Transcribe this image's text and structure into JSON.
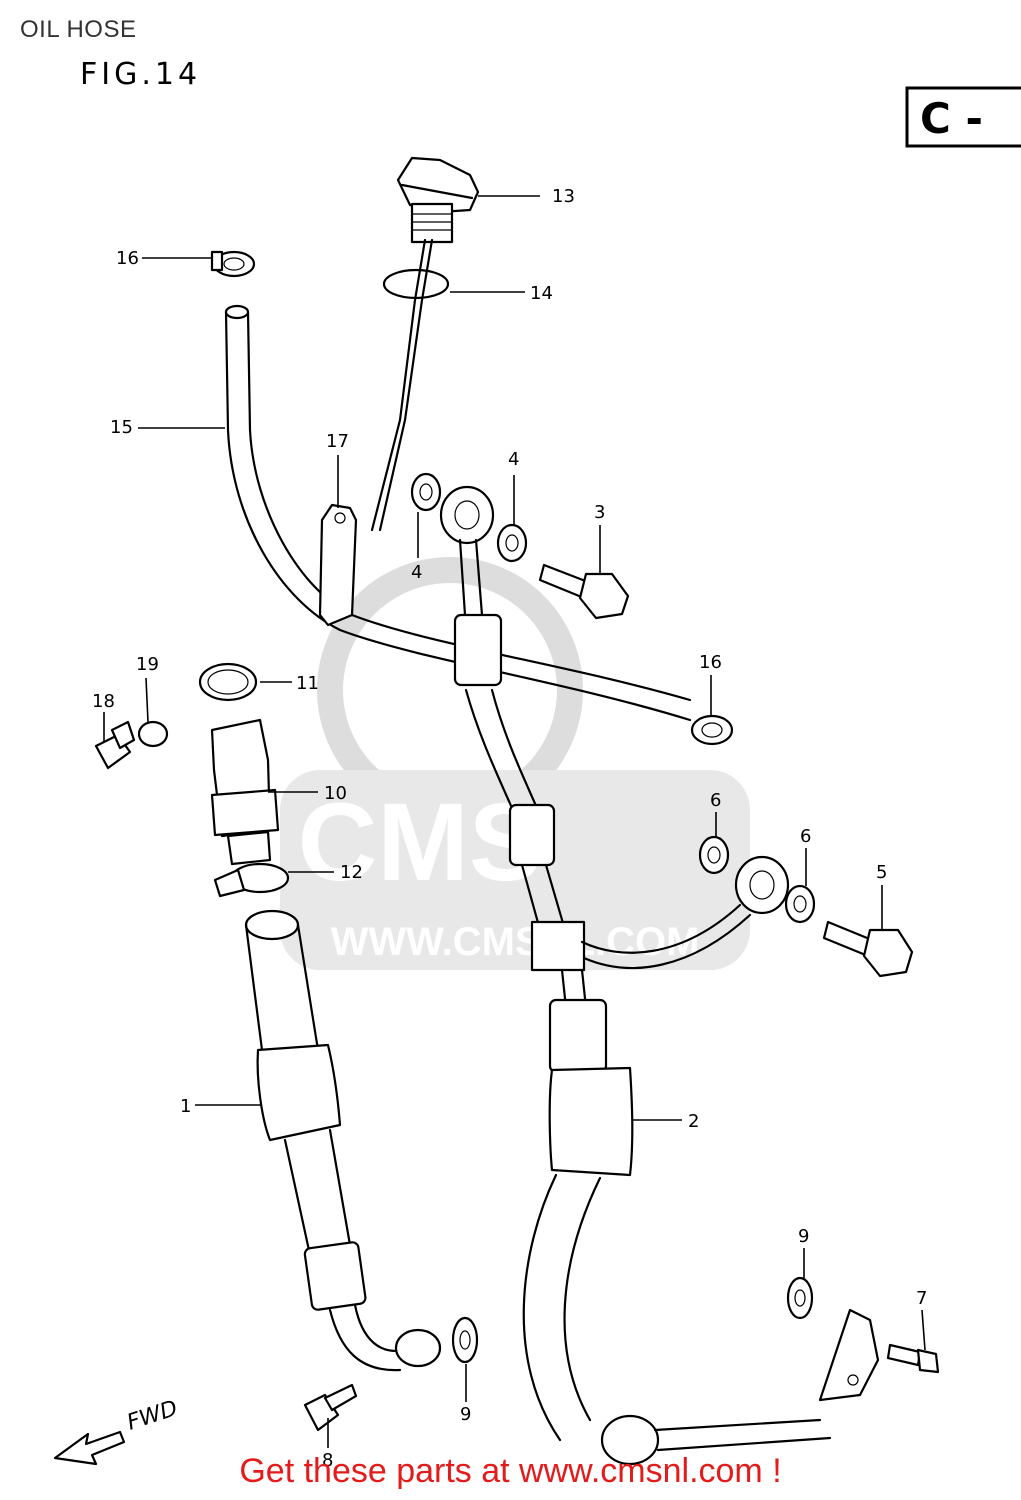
{
  "page": {
    "title": "OIL HOSE",
    "figure": "FIG.14",
    "section_code": "C -",
    "watermark_url": "WWW.CMSNL.COM",
    "watermark_logo": "CMS",
    "cta_text": "Get these parts at www.cmsnl.com !",
    "direction_label": "FWD"
  },
  "callouts": {
    "c1": "1",
    "c2": "2",
    "c3": "3",
    "c4a": "4",
    "c4b": "4",
    "c5": "5",
    "c6a": "6",
    "c6b": "6",
    "c7": "7",
    "c8": "8",
    "c9a": "9",
    "c9b": "9",
    "c10": "10",
    "c11": "11",
    "c12": "12",
    "c13": "13",
    "c14": "14",
    "c15": "15",
    "c16a": "16",
    "c16b": "16",
    "c17": "17",
    "c18": "18",
    "c19": "19"
  },
  "colors": {
    "cta": "#e31b1b",
    "watermark": "#d9d9d9",
    "line": "#000000"
  }
}
